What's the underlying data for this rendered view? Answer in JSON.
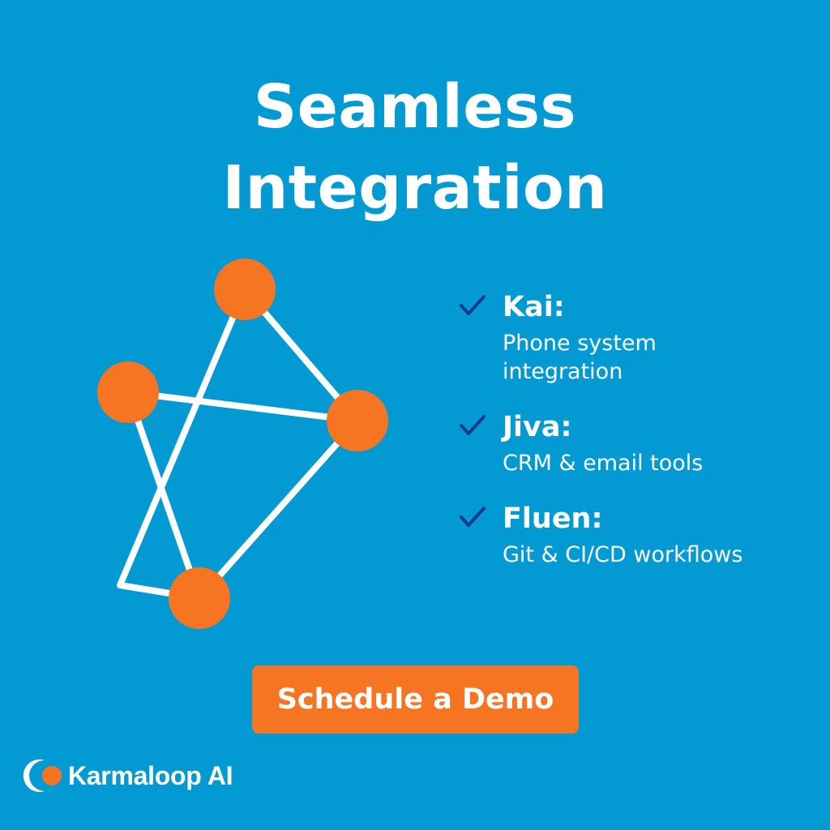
{
  "colors": {
    "background": "#039ad4",
    "accent": "#f57522",
    "check": "#0d3a8a",
    "text": "#ffffff"
  },
  "headline": {
    "line1": "Seamless",
    "line2": "Integration"
  },
  "illustration": {
    "icon": "network-graph-icon",
    "node_count": 4
  },
  "features": [
    {
      "name": "Kai:",
      "description": "Phone system integration",
      "icon": "checkmark-icon"
    },
    {
      "name": "Jiva:",
      "description": "CRM & email tools",
      "icon": "checkmark-icon"
    },
    {
      "name": "Fluen:",
      "description": "Git & CI/CD workflows",
      "icon": "checkmark-icon"
    }
  ],
  "cta": {
    "label": "Schedule a Demo"
  },
  "brand": {
    "name": "Karmaloop AI",
    "icon": "karmaloop-logo-icon"
  }
}
